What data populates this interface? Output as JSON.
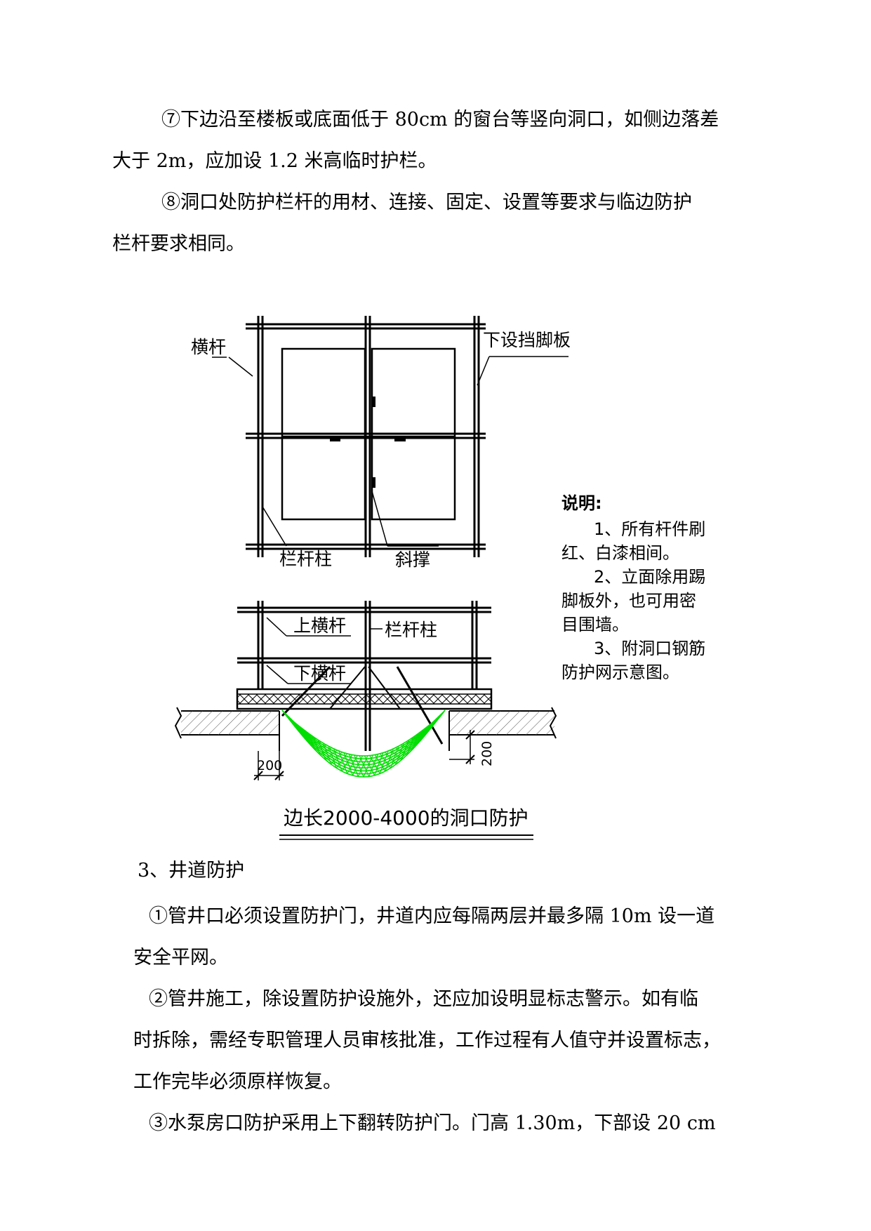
{
  "paragraphs": {
    "p7": {
      "line1": "⑦下边沿至楼板或底面低于 80cm 的窗台等竖向洞口，如侧边落差",
      "line2": "大于 2m，应加设 1.2 米高临时护栏。"
    },
    "p8": {
      "line1": "⑧洞口处防护栏杆的用材、连接、固定、设置等要求与临边防护",
      "line2": "栏杆要求相同。"
    },
    "section3": {
      "heading": "3、井道防护",
      "i1_line1": "①管井口必须设置防护门，井道内应每隔两层并最多隔 10m 设一道",
      "i1_line2": "安全平网。",
      "i2_line1": "②管井施工，除设置防护设施外，还应加设明显标志警示。如有临",
      "i2_line2": "时拆除，需经专职管理人员审核批准，工作过程有人值守并设置标志，",
      "i2_line3": "工作完毕必须原样恢复。",
      "i3_line1": "③水泵房口防护采用上下翻转防护门。门高 1.30m，下部设 20 cm"
    }
  },
  "figure": {
    "labels": {
      "hengan": "横杆",
      "xiashe": "下设挡脚板",
      "langanzhu": "栏杆柱",
      "xiecheng": "斜撑",
      "shanghengan": "上横杆",
      "langanzhu2": "栏杆柱",
      "xiahengan": "下横杆",
      "dim_left": "200",
      "dim_right": "200"
    },
    "notes": {
      "title": "说明:",
      "n1a": "1、所有杆件刷",
      "n1b": "红、白漆相间。",
      "n2a": "2、立面除用踢",
      "n2b": "脚板外，也可用密",
      "n2c": "目围墙。",
      "n3a": "3、附洞口钢筋",
      "n3b": "防护网示意图。"
    },
    "caption": "边长2000-4000的洞口防护",
    "net_color": "#00dd00"
  }
}
